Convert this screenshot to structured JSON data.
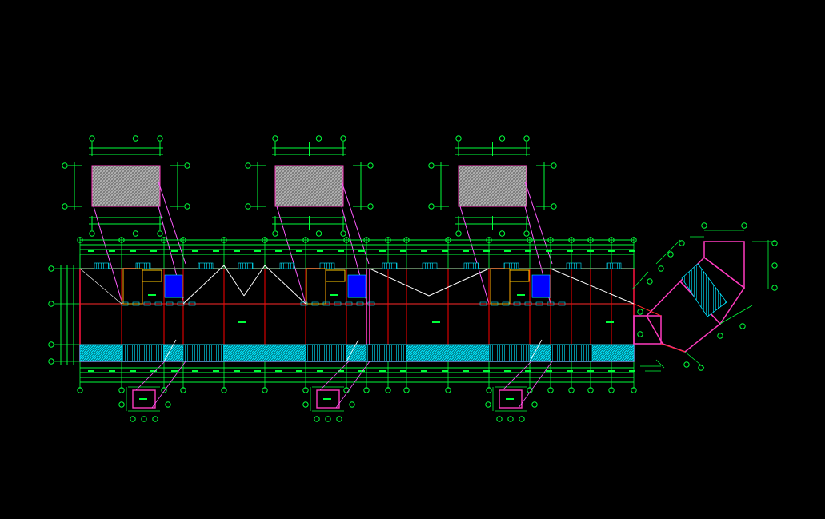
{
  "viewport": {
    "background": "#000000"
  },
  "colors": {
    "wall": "#ff0000",
    "axis": "#ff2a2a",
    "outline": "#ff3bbf",
    "dimension": "#00ff3a",
    "bubble": "#00ff3a",
    "stair_fill": "#0000ff",
    "hatch": "#00e6ff",
    "roof_hatch": "#bdbdbd",
    "leader": "#ff5cff",
    "door": "#ffcc00",
    "line_white": "#ffffff"
  },
  "drawing": {
    "roof_plans": 3,
    "small_bay_details": 3,
    "angled_stair_wing": "stair-wing"
  }
}
